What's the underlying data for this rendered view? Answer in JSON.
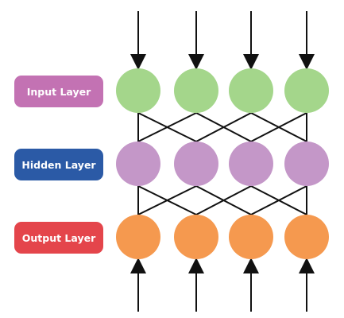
{
  "layers": [
    {
      "id": "input",
      "label": "Input Layer",
      "label_color": "#c372b3",
      "node_color": "#a4d68b"
    },
    {
      "id": "hidden",
      "label": "Hidden Layer",
      "label_color": "#2b5aa6",
      "node_color": "#c497c8"
    },
    {
      "id": "output",
      "label": "Output Layer",
      "label_color": "#e4454b",
      "node_color": "#f5994f"
    }
  ],
  "nodes_per_layer": 4,
  "input_arrows": "incoming arrows pointing down into each input node",
  "output_arrows": "arrows pointing up into each output node from below",
  "connections": [
    {
      "from": "input",
      "to": "hidden",
      "pairs": [
        [
          0,
          0
        ],
        [
          0,
          1
        ],
        [
          1,
          0
        ],
        [
          1,
          2
        ],
        [
          2,
          1
        ],
        [
          2,
          3
        ],
        [
          3,
          2
        ],
        [
          3,
          3
        ]
      ]
    },
    {
      "from": "hidden",
      "to": "output",
      "pairs": [
        [
          0,
          0
        ],
        [
          0,
          1
        ],
        [
          1,
          0
        ],
        [
          1,
          2
        ],
        [
          2,
          1
        ],
        [
          2,
          3
        ],
        [
          3,
          2
        ],
        [
          3,
          3
        ]
      ]
    }
  ],
  "line_color": "#111111"
}
